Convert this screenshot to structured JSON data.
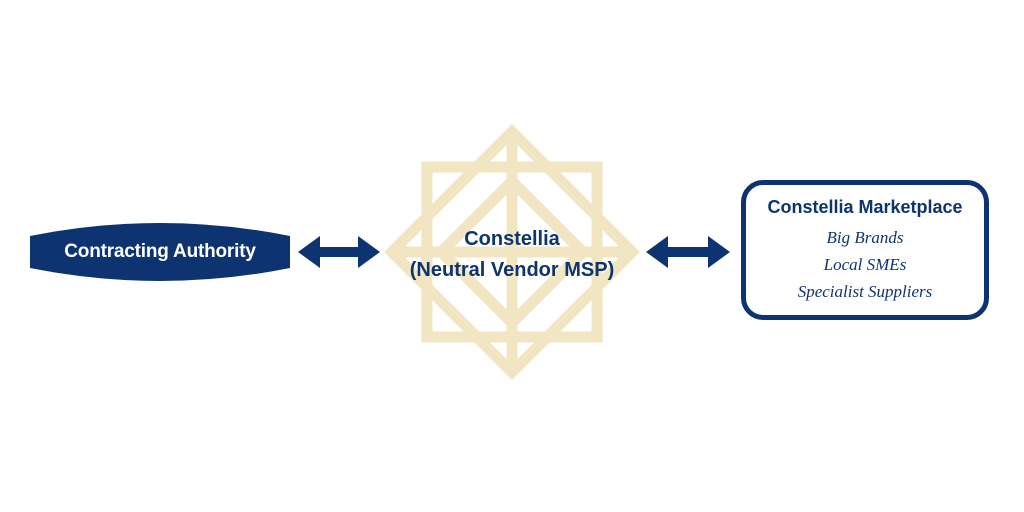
{
  "diagram": {
    "contracting_authority": {
      "label": "Contracting Authority"
    },
    "center": {
      "name": "Constellia",
      "subtitle": "(Neutral Vendor MSP)"
    },
    "marketplace": {
      "title": "Constellia Marketplace",
      "items": [
        "Big Brands",
        "Local SMEs",
        "Specialist Suppliers"
      ]
    },
    "colors": {
      "navy": "#0d3470",
      "logo_tan": "#f2e6c2",
      "background": "#ffffff"
    },
    "icons": {
      "left_connector": "double-headed-arrow-icon",
      "right_connector": "double-headed-arrow-icon",
      "background_logo": "constellia-star-logo"
    }
  }
}
